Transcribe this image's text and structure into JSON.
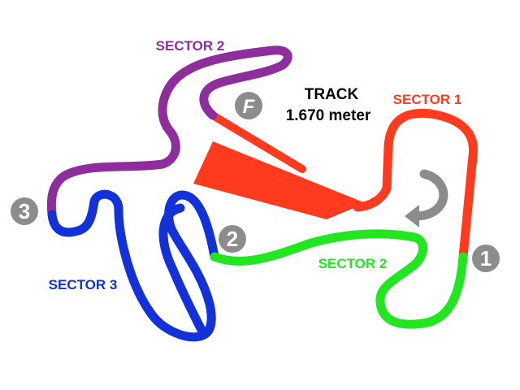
{
  "track": {
    "title": "TRACK",
    "length": "1.670 meter"
  },
  "sectors": [
    {
      "label": "SECTOR 1",
      "color": "#ff3b1f"
    },
    {
      "label": "SECTOR 2",
      "color": "#8e2e9c"
    },
    {
      "label": "SECTOR 2",
      "color": "#22e61f"
    },
    {
      "label": "SECTOR 3",
      "color": "#1231d8"
    }
  ],
  "markers": [
    {
      "text": "1"
    },
    {
      "text": "2"
    },
    {
      "text": "3"
    },
    {
      "text": "F"
    }
  ],
  "marker_color": "#8c8c8c",
  "direction_icon": "curved-arrow-counterclockwise"
}
